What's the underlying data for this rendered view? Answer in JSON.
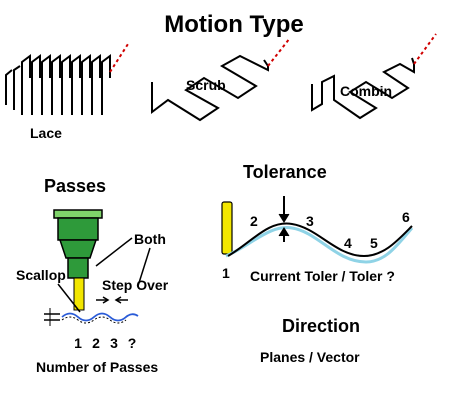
{
  "title": "Motion Type",
  "motion_types": {
    "lace": "Lace",
    "scrub": "Scrub",
    "combin": "Combin"
  },
  "passes": {
    "heading": "Passes",
    "both": "Both",
    "scallop": "Scallop",
    "step_over": "Step Over",
    "numbers": [
      "1",
      "2",
      "3",
      "?"
    ],
    "caption": "Number of Passes"
  },
  "tolerance": {
    "heading": "Tolerance",
    "points": [
      "1",
      "2",
      "3",
      "4",
      "5",
      "6"
    ],
    "caption": "Current Toler / Toler ?"
  },
  "direction": {
    "heading": "Direction",
    "caption": "Planes  /  Vector"
  },
  "colors": {
    "tool_green": "#2e9a3a",
    "tool_green_light": "#7fd36a",
    "tool_tip_yellow": "#f2e600",
    "path_blue": "#2a5bd7",
    "surface_cyan": "#8fd3e6",
    "dash_red": "#d00000"
  }
}
